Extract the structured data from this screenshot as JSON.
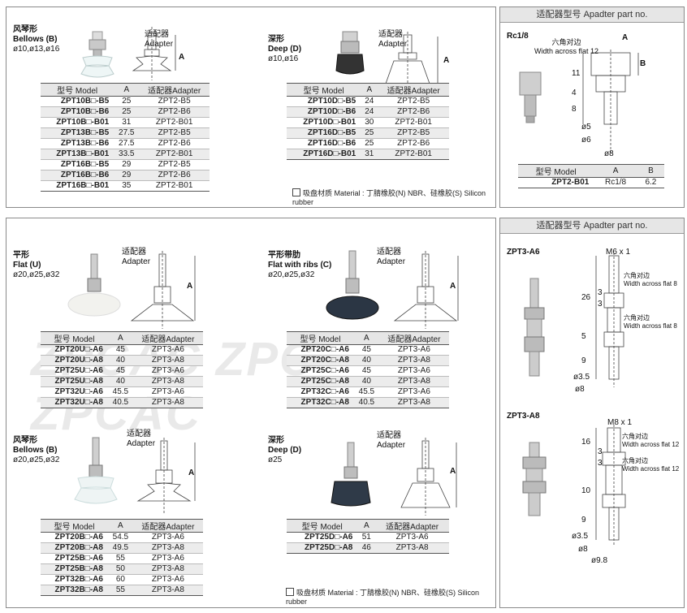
{
  "panel_tl": {
    "left": {
      "cn": "风琴形",
      "en": "Bellows (B)",
      "sizes": "ø10,ø13,ø16",
      "adapter_cn": "适配器",
      "adapter_en": "Adapter",
      "dim": "A",
      "headers": [
        "型号 Model",
        "A",
        "适配器Adapter"
      ],
      "rows": [
        [
          "ZPT10B□-B5",
          "25",
          "ZPT2-B5"
        ],
        [
          "ZPT10B□-B6",
          "25",
          "ZPT2-B6"
        ],
        [
          "ZPT10B□-B01",
          "31",
          "ZPT2-B01"
        ],
        [
          "ZPT13B□-B5",
          "27.5",
          "ZPT2-B5"
        ],
        [
          "ZPT13B□-B6",
          "27.5",
          "ZPT2-B6"
        ],
        [
          "ZPT13B□-B01",
          "33.5",
          "ZPT2-B01"
        ],
        [
          "ZPT16B□-B5",
          "29",
          "ZPT2-B5"
        ],
        [
          "ZPT16B□-B6",
          "29",
          "ZPT2-B6"
        ],
        [
          "ZPT16B□-B01",
          "35",
          "ZPT2-B01"
        ]
      ]
    },
    "right": {
      "cn": "深形",
      "en": "Deep (D)",
      "sizes": "ø10,ø16",
      "adapter_cn": "适配器",
      "adapter_en": "Adapter",
      "dim": "A",
      "headers": [
        "型号 Model",
        "A",
        "适配器Adapter"
      ],
      "rows": [
        [
          "ZPT10D□-B5",
          "24",
          "ZPT2-B5"
        ],
        [
          "ZPT10D□-B6",
          "24",
          "ZPT2-B6"
        ],
        [
          "ZPT10D□-B01",
          "30",
          "ZPT2-B01"
        ],
        [
          "ZPT16D□-B5",
          "25",
          "ZPT2-B5"
        ],
        [
          "ZPT16D□-B6",
          "25",
          "ZPT2-B6"
        ],
        [
          "ZPT16D□-B01",
          "31",
          "ZPT2-B01"
        ]
      ]
    },
    "note": "吸盘材质 Material : 丁腈橡胶(N) NBR、硅橡胶(S) Silicon rubber"
  },
  "panel_tr": {
    "title": "适配器型号 Apadter part no.",
    "thread": "Rc1/8",
    "hex_cn": "六角对边",
    "hex_en": "Width across flat 12",
    "dims": {
      "a": "A",
      "b": "B",
      "d11": "11",
      "d4": "4",
      "d8v": "8",
      "o5": "ø5",
      "o6": "ø6",
      "o8": "ø8"
    },
    "headers": [
      "型号 Model",
      "A",
      "B"
    ],
    "rows": [
      [
        "ZPT2-B01",
        "Rc1/8",
        "6.2"
      ]
    ]
  },
  "panel_bl": {
    "watermark": "ZPCAC ZPC ZPCAC",
    "flat": {
      "cn": "平形",
      "en": "Flat (U)",
      "sizes": "ø20,ø25,ø32",
      "adapter_cn": "适配器",
      "adapter_en": "Adapter",
      "dim": "A",
      "headers": [
        "型号 Model",
        "A",
        "适配器Adapter"
      ],
      "rows": [
        [
          "ZPT20U□-A6",
          "45",
          "ZPT3-A6"
        ],
        [
          "ZPT20U□-A8",
          "40",
          "ZPT3-A8"
        ],
        [
          "ZPT25U□-A6",
          "45",
          "ZPT3-A6"
        ],
        [
          "ZPT25U□-A8",
          "40",
          "ZPT3-A8"
        ],
        [
          "ZPT32U□-A6",
          "45.5",
          "ZPT3-A6"
        ],
        [
          "ZPT32U□-A8",
          "40.5",
          "ZPT3-A8"
        ]
      ]
    },
    "ribs": {
      "cn": "平形带肋",
      "en": "Flat with ribs (C)",
      "sizes": "ø20,ø25,ø32",
      "adapter_cn": "适配器",
      "adapter_en": "Adapter",
      "dim": "A",
      "headers": [
        "型号 Model",
        "A",
        "适配器Adapter"
      ],
      "rows": [
        [
          "ZPT20C□-A6",
          "45",
          "ZPT3-A6"
        ],
        [
          "ZPT20C□-A8",
          "40",
          "ZPT3-A8"
        ],
        [
          "ZPT25C□-A6",
          "45",
          "ZPT3-A6"
        ],
        [
          "ZPT25C□-A8",
          "40",
          "ZPT3-A8"
        ],
        [
          "ZPT32C□-A6",
          "45.5",
          "ZPT3-A6"
        ],
        [
          "ZPT32C□-A8",
          "40.5",
          "ZPT3-A8"
        ]
      ]
    },
    "bellows": {
      "cn": "风琴形",
      "en": "Bellows (B)",
      "sizes": "ø20,ø25,ø32",
      "adapter_cn": "适配器",
      "adapter_en": "Adapter",
      "dim": "A",
      "headers": [
        "型号 Model",
        "A",
        "适配器Adapter"
      ],
      "rows": [
        [
          "ZPT20B□-A6",
          "54.5",
          "ZPT3-A6"
        ],
        [
          "ZPT20B□-A8",
          "49.5",
          "ZPT3-A8"
        ],
        [
          "ZPT25B□-A6",
          "55",
          "ZPT3-A6"
        ],
        [
          "ZPT25B□-A8",
          "50",
          "ZPT3-A8"
        ],
        [
          "ZPT32B□-A6",
          "60",
          "ZPT3-A6"
        ],
        [
          "ZPT32B□-A8",
          "55",
          "ZPT3-A8"
        ]
      ]
    },
    "deep": {
      "cn": "深形",
      "en": "Deep (D)",
      "sizes": "ø25",
      "adapter_cn": "适配器",
      "adapter_en": "Adapter",
      "dim": "A",
      "headers": [
        "型号 Model",
        "A",
        "适配器Adapter"
      ],
      "rows": [
        [
          "ZPT25D□-A6",
          "51",
          "ZPT3-A6"
        ],
        [
          "ZPT25D□-A8",
          "46",
          "ZPT3-A8"
        ]
      ]
    },
    "note": "吸盘材质 Material : 丁腈橡胶(N) NBR、硅橡胶(S) Silicon rubber"
  },
  "panel_br": {
    "title": "适配器型号 Apadter part no.",
    "a6": {
      "name": "ZPT3-A6",
      "thread": "M6 x 1",
      "hex1_cn": "六角对边",
      "hex1_en": "Width across flat 8",
      "hex2_cn": "六角对边",
      "hex2_en": "Width across flat 8",
      "d26": "26",
      "d3a": "3",
      "d3b": "3",
      "d5": "5",
      "d9": "9",
      "o35": "ø3.5",
      "o8": "ø8"
    },
    "a8": {
      "name": "ZPT3-A8",
      "thread": "M8 x 1",
      "hex1_cn": "六角对边",
      "hex1_en": "Width across flat 12",
      "hex2_cn": "六角对边",
      "hex2_en": "Width across flat 12",
      "d16": "16",
      "d3a": "3",
      "d3b": "3",
      "d10": "10",
      "d9": "9",
      "o35": "ø3.5",
      "o8": "ø8",
      "o98": "ø9.8"
    }
  }
}
